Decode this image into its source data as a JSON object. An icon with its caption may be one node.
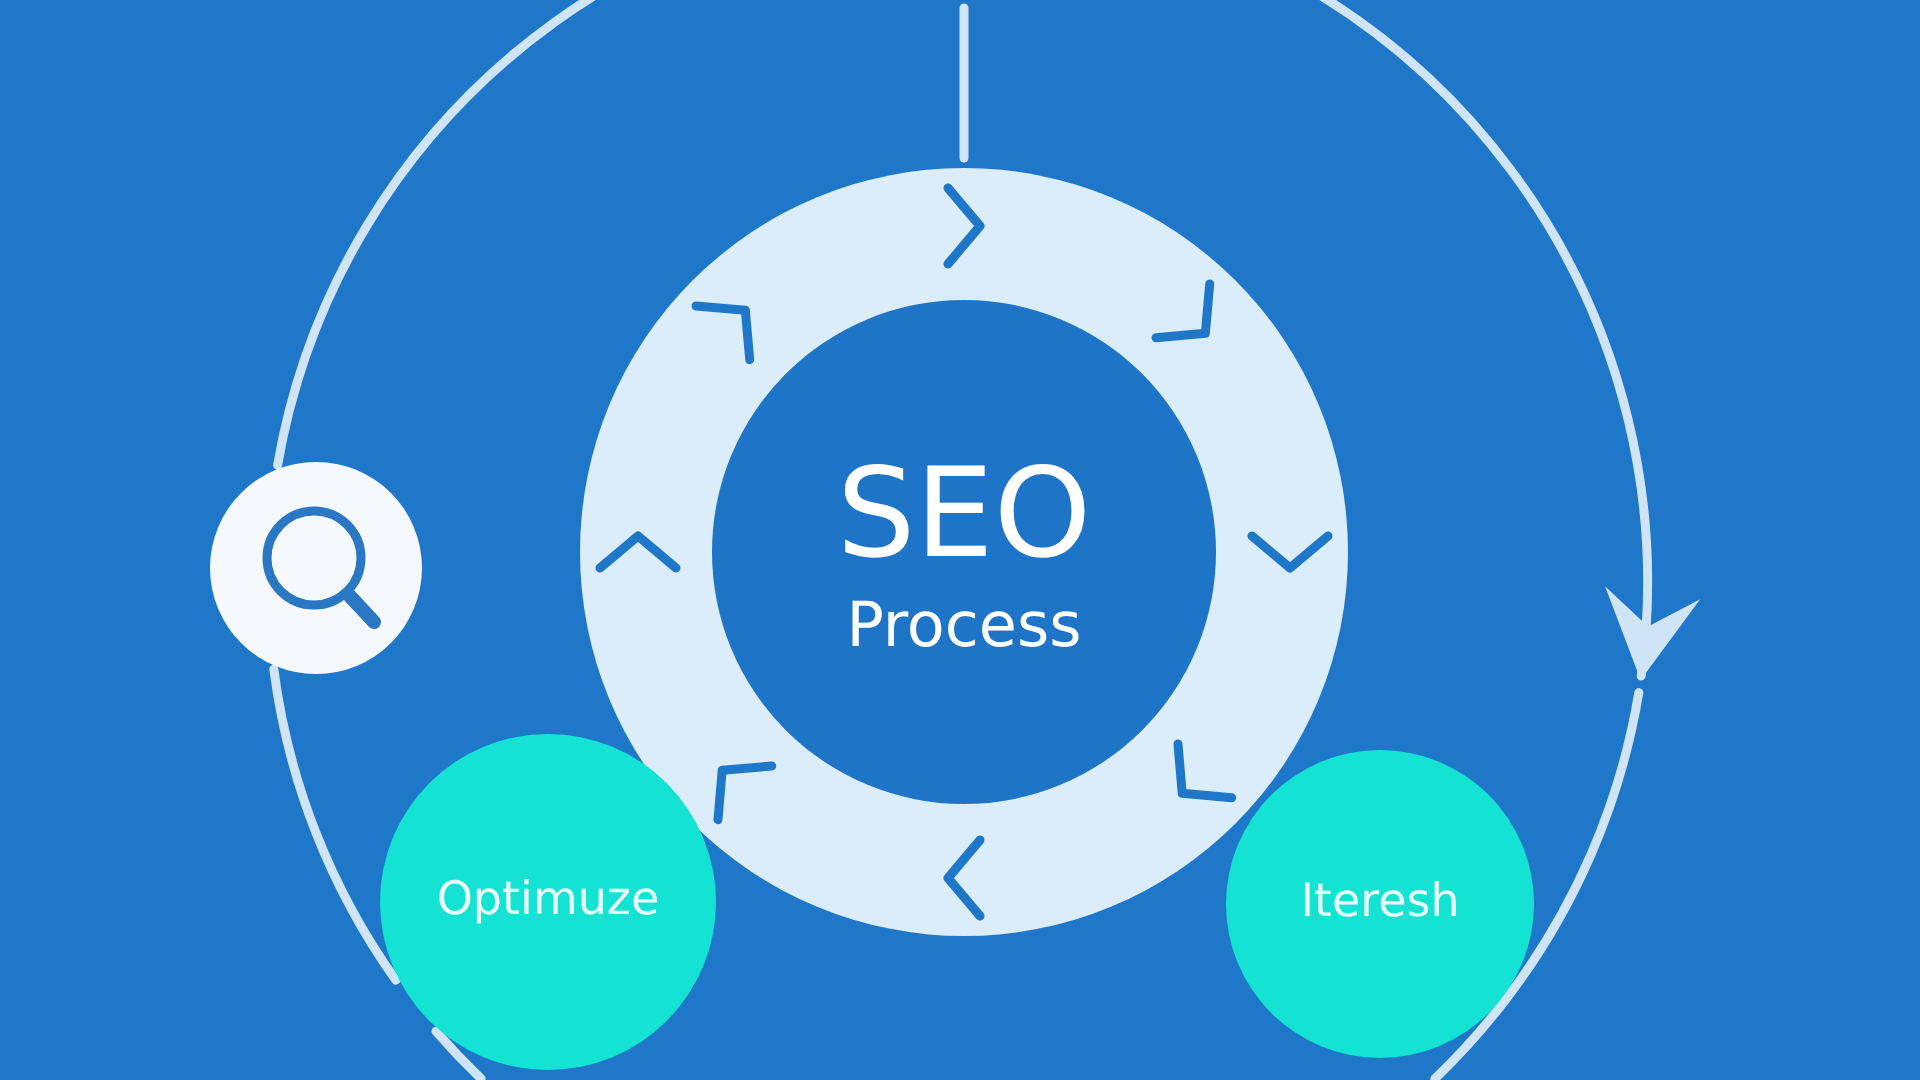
{
  "diagram": {
    "nodes": [
      {
        "text": [],
        "shape": "ring"
      },
      {
        "text": [
          "SEO",
          "Process"
        ],
        "in": 0
      },
      {
        "text": [],
        "shape": "circle"
      },
      {
        "text": [
          "Optimuze"
        ]
      },
      {
        "text": [
          "Iteresh"
        ]
      }
    ],
    "edges": [
      {
        "from": null,
        "to": 0,
        "arrow": "none"
      },
      {
        "from": 2,
        "to": null,
        "arrow": "to"
      },
      {
        "from": null,
        "to": 4,
        "arrow": "none"
      },
      {
        "from": 4,
        "to": null,
        "arrow": "none"
      },
      {
        "from": null,
        "to": 3,
        "arrow": "none"
      },
      {
        "from": 3,
        "to": 2,
        "arrow": "none"
      }
    ]
  }
}
